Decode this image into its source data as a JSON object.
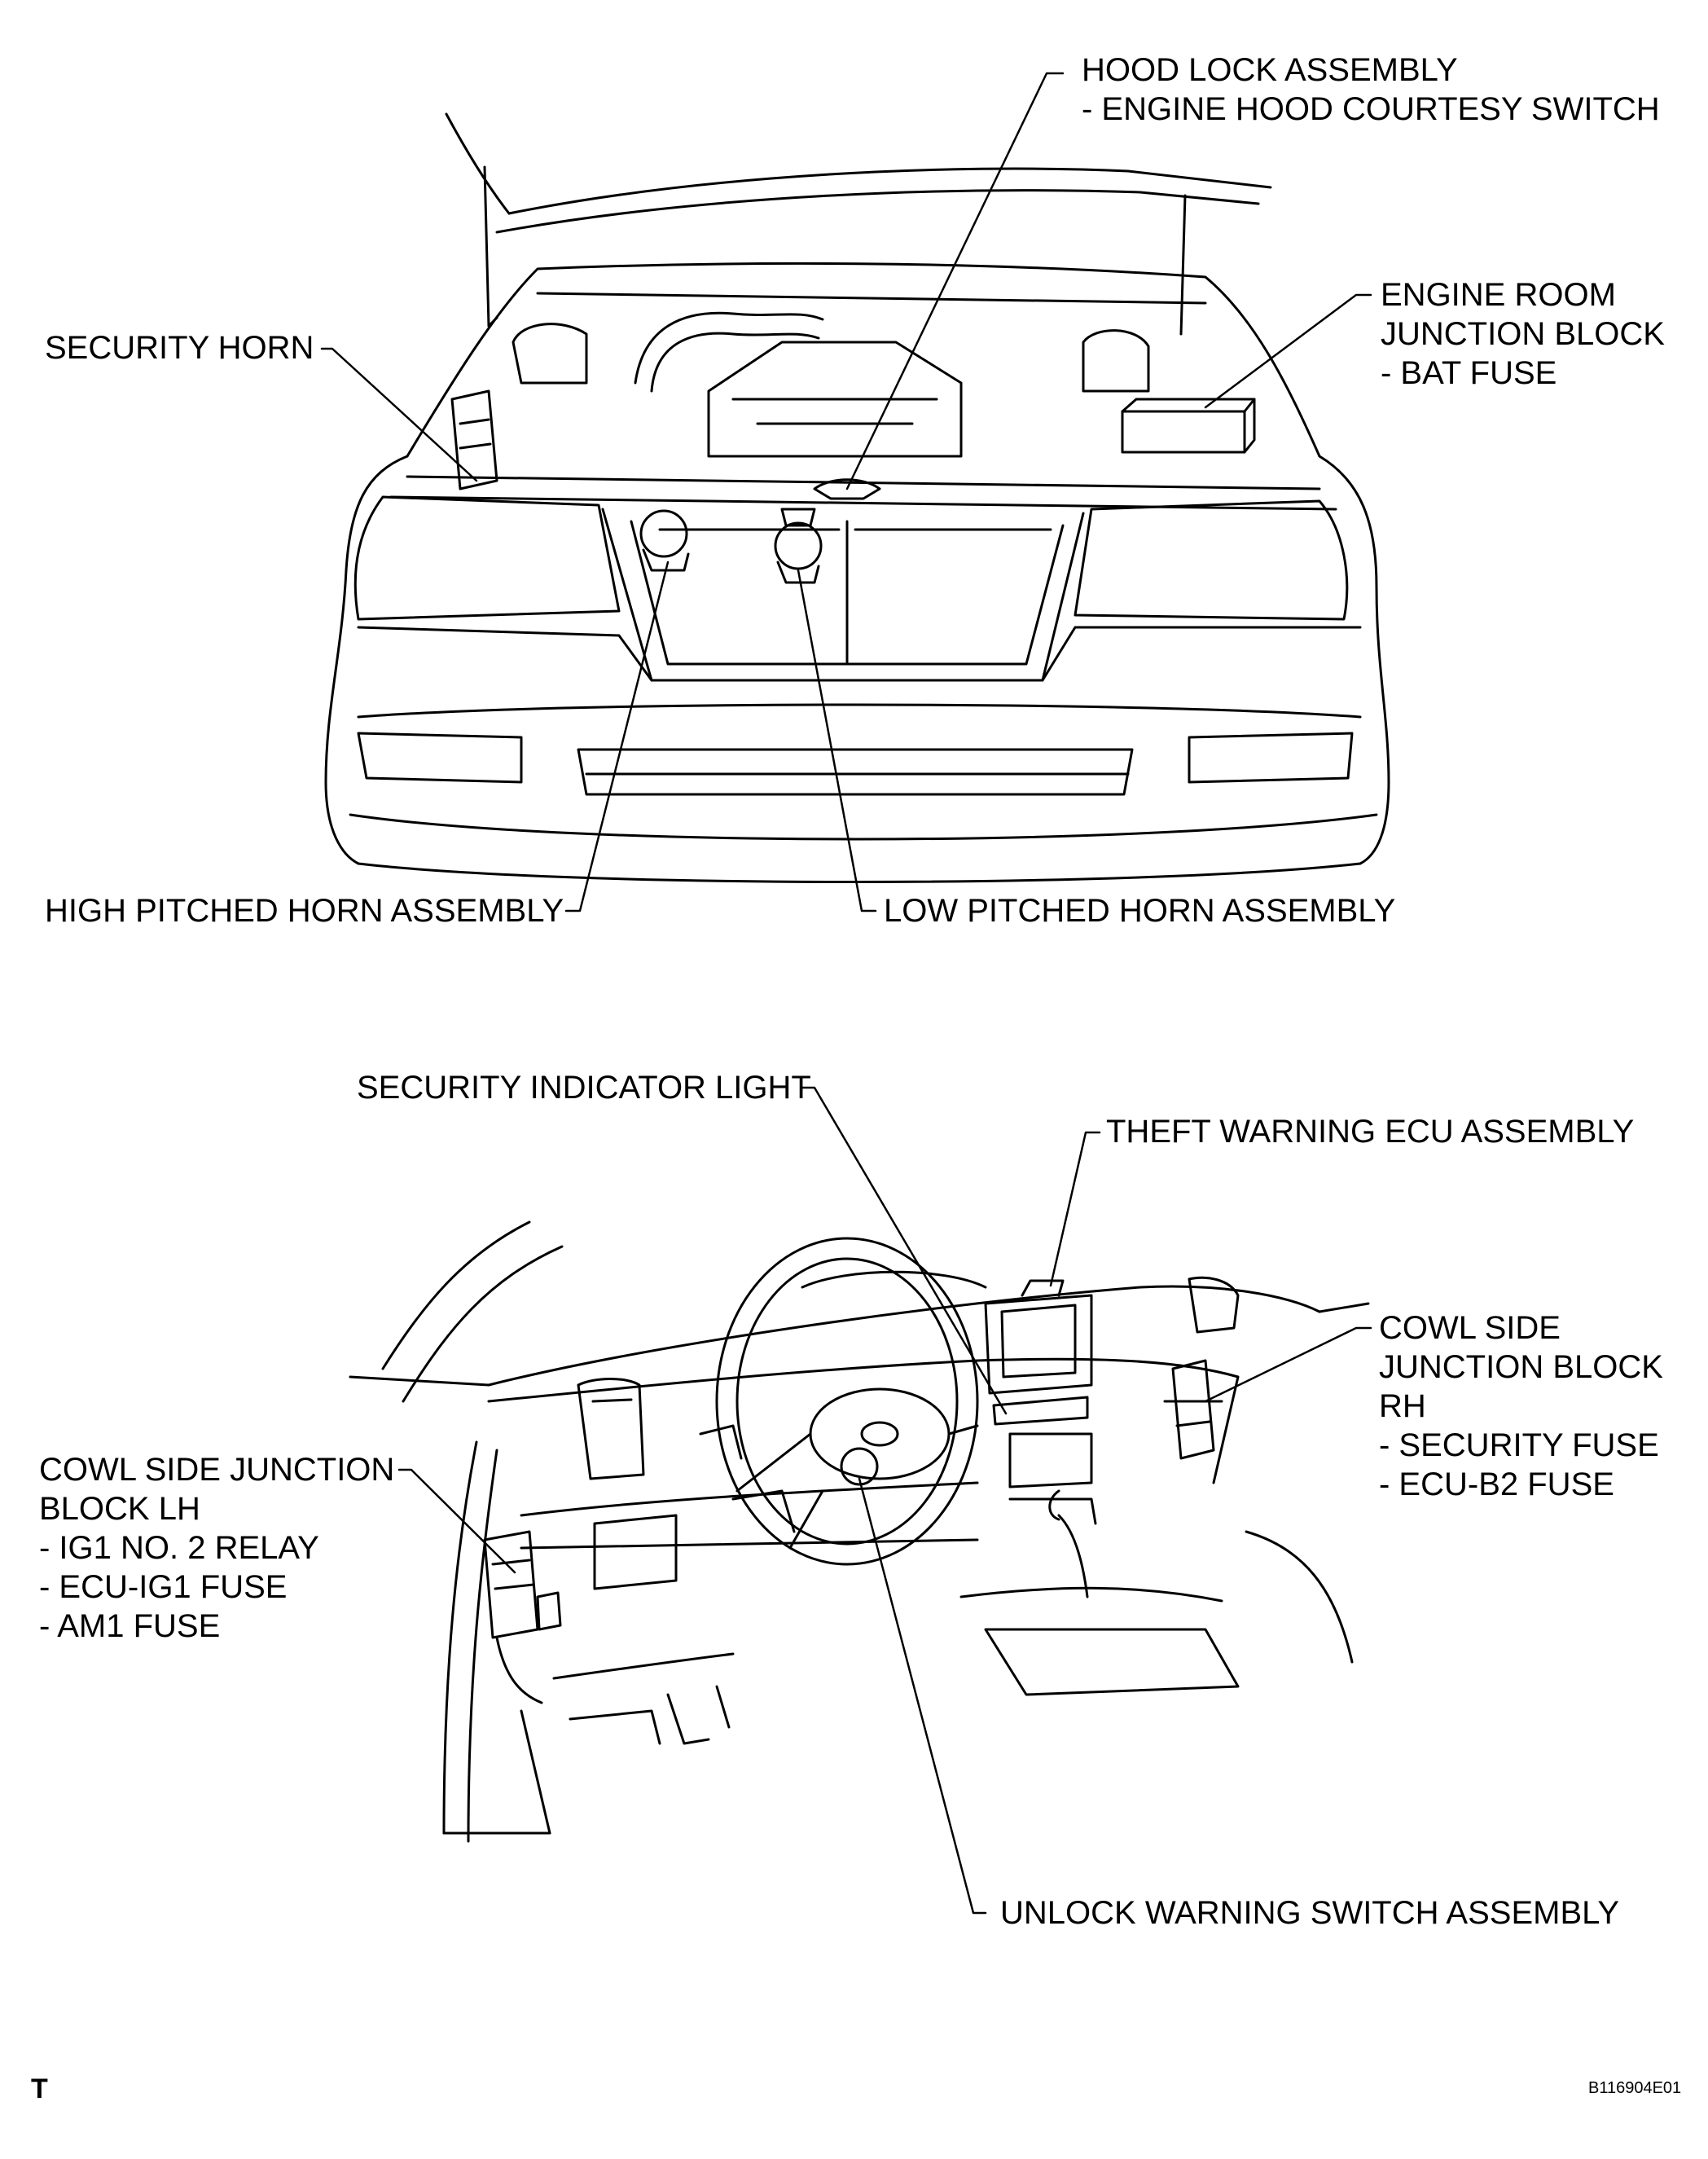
{
  "engine_view": {
    "hood_lock": [
      "HOOD LOCK ASSEMBLY",
      "- ENGINE HOOD COURTESY SWITCH"
    ],
    "security_horn": [
      "SECURITY HORN"
    ],
    "engine_room_jb": [
      "ENGINE ROOM",
      "JUNCTION BLOCK",
      "- BAT FUSE"
    ],
    "high_horn": [
      "HIGH PITCHED HORN ASSEMBLY"
    ],
    "low_horn": [
      "LOW PITCHED HORN ASSEMBLY"
    ]
  },
  "cabin_view": {
    "security_indicator": [
      "SECURITY INDICATOR LIGHT"
    ],
    "theft_ecu": [
      "THEFT WARNING ECU ASSEMBLY"
    ],
    "cowl_rh": [
      "COWL SIDE",
      "JUNCTION BLOCK",
      "RH",
      "- SECURITY FUSE",
      "- ECU-B2 FUSE"
    ],
    "cowl_lh": [
      "COWL SIDE JUNCTION",
      "BLOCK LH",
      "- IG1 NO. 2 RELAY",
      "- ECU-IG1 FUSE",
      "- AM1 FUSE"
    ],
    "unlock_switch": [
      "UNLOCK WARNING SWITCH ASSEMBLY"
    ]
  },
  "footer": {
    "left_mark": "T",
    "figure_id": "B116904E01"
  }
}
